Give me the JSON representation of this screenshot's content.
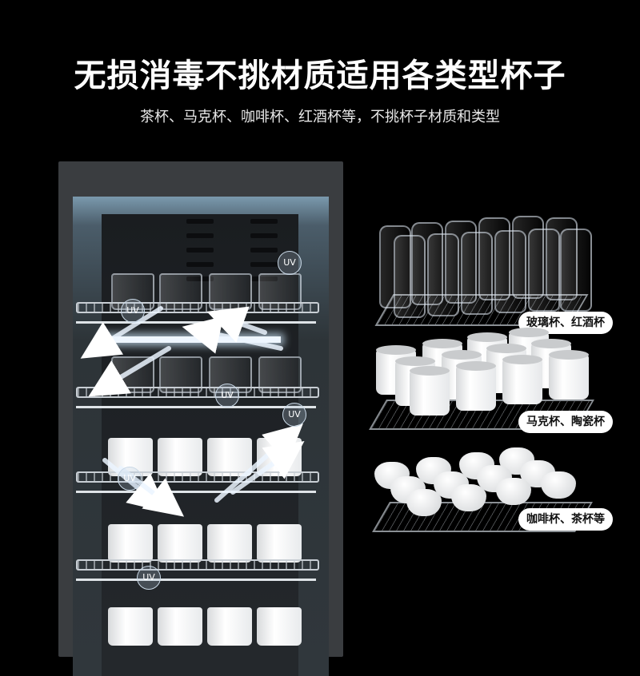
{
  "title": "无损消毒不挑材质适用各类型杯子",
  "subtitle": "茶杯、马克杯、咖啡杯、红酒杯等，不挑杯子材质和类型",
  "uv_label": "UV",
  "categories": [
    {
      "label": "玻璃杯、红酒杯"
    },
    {
      "label": "马克杯、陶瓷杯"
    },
    {
      "label": "咖啡杯、茶杯等"
    }
  ]
}
